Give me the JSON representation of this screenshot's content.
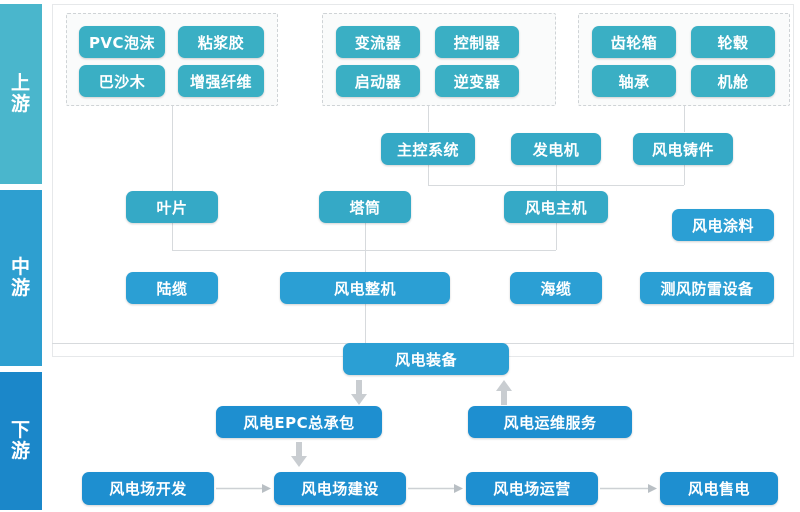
{
  "tiers": [
    {
      "id": "upstream",
      "label": "上游",
      "color": "#4ab6cc"
    },
    {
      "id": "midstream",
      "label": "中游",
      "color": "#2e9fd0"
    },
    {
      "id": "downstream",
      "label": "下游",
      "color": "#1b87c9"
    }
  ],
  "upstream": {
    "groups": [
      {
        "id": "materials",
        "nodes": [
          "PVC泡沫",
          "粘浆胶",
          "巴沙木",
          "增强纤维"
        ]
      },
      {
        "id": "electrical",
        "nodes": [
          "变流器",
          "控制器",
          "启动器",
          "逆变器"
        ]
      },
      {
        "id": "mechanical",
        "nodes": [
          "齿轮箱",
          "轮毂",
          "轴承",
          "机舱"
        ]
      }
    ],
    "subsystems": [
      "主控系统",
      "发电机",
      "风电铸件"
    ]
  },
  "midstream": {
    "components": [
      "叶片",
      "塔筒",
      "风电主机"
    ],
    "coating": "风电涂料",
    "assemblies": [
      "陆缆",
      "风电整机",
      "海缆",
      "测风防雷设备"
    ]
  },
  "bridge": {
    "label": "风电装备"
  },
  "downstream": {
    "services": [
      "风电EPC总承包",
      "风电运维服务"
    ],
    "chain": [
      "风电场开发",
      "风电场建设",
      "风电场运营",
      "风电售电"
    ]
  },
  "colors": {
    "upstream_node": "#3aafc4",
    "mid_component": "#35a9c6",
    "mid_node": "#2b9fd4",
    "down_node": "#1e8fd0",
    "connector": "#d7dadd",
    "arrow": "#c9cdd1"
  }
}
